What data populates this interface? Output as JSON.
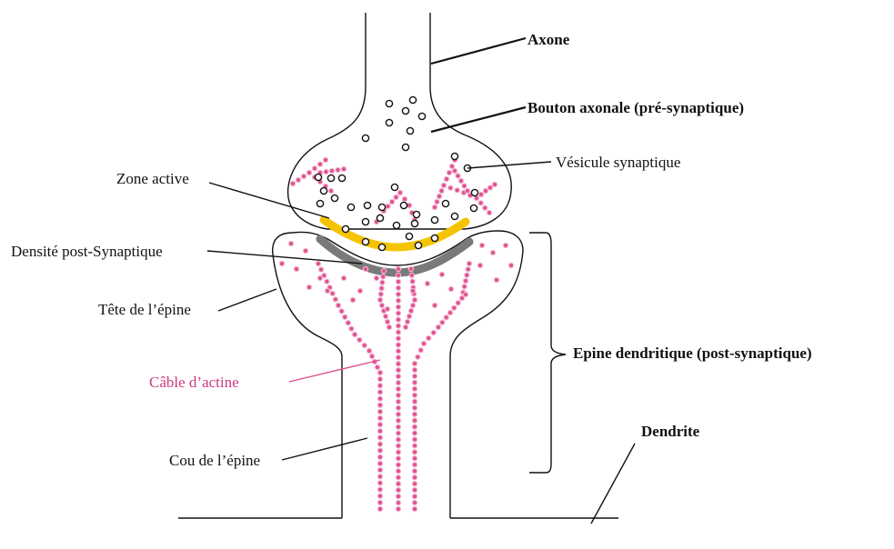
{
  "labels": {
    "axone": "Axone",
    "bouton": "Bouton axonale (pré-synaptique)",
    "vesicule": "Vésicule synaptique",
    "zone_active": "Zone active",
    "densite": "Densité post-Synaptique",
    "tete": "Tête de l’épine",
    "cable": "Câble d’actine",
    "epine": "Epine dendritique (post-synaptique)",
    "dendrite": "Dendrite",
    "cou": "Cou de l’épine"
  },
  "colors": {
    "actin": "#e0508f",
    "active_zone": "#f5c400",
    "psd": "#7a7a7a",
    "outline": "#111111"
  }
}
